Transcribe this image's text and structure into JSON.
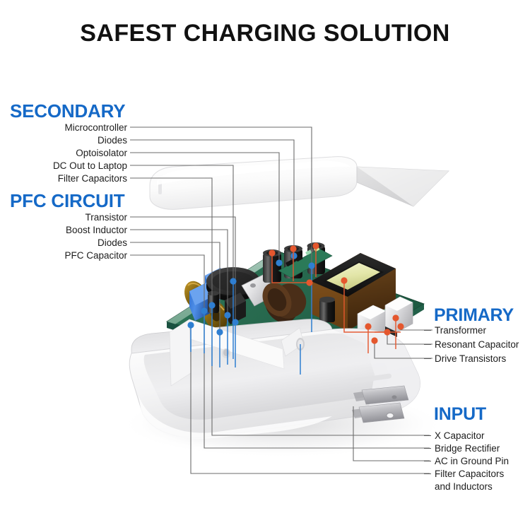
{
  "title": "SAFEST CHARGING SOLUTION",
  "colors": {
    "heading_blue": "#1569c7",
    "title_black": "#111111",
    "label_text": "#1c1c1c",
    "leader_line": "#6b6b6b",
    "dot_blue": "#2f7fd1",
    "dot_orange": "#e4572e",
    "background": "#ffffff"
  },
  "sections": {
    "secondary": {
      "heading": "SECONDARY",
      "items": [
        "Microcontroller",
        "Diodes",
        "Optoisolator",
        "DC Out to Laptop",
        "Filter Capacitors"
      ]
    },
    "pfc": {
      "heading": "PFC CIRCUIT",
      "items": [
        "Transistor",
        "Boost Inductor",
        "Diodes",
        "PFC Capacitor"
      ]
    },
    "primary": {
      "heading": "PRIMARY",
      "items": [
        "Transformer",
        "Resonant Capacitor",
        "Drive Transistors"
      ]
    },
    "input": {
      "heading": "INPUT",
      "items": [
        "X Capacitor",
        "Bridge Rectifier",
        "AC in Ground Pin",
        "Filter Capacitors",
        "and Inductors"
      ]
    }
  },
  "diagram": {
    "subject": "laptop-power-adapter-exploded-view",
    "parts": [
      "top-shell",
      "bottom-shell",
      "circuit-board",
      "transformer",
      "electrolytic-capacitors",
      "film-capacitors",
      "toroidal-inductors",
      "drive-transistors",
      "ac-prongs"
    ]
  }
}
